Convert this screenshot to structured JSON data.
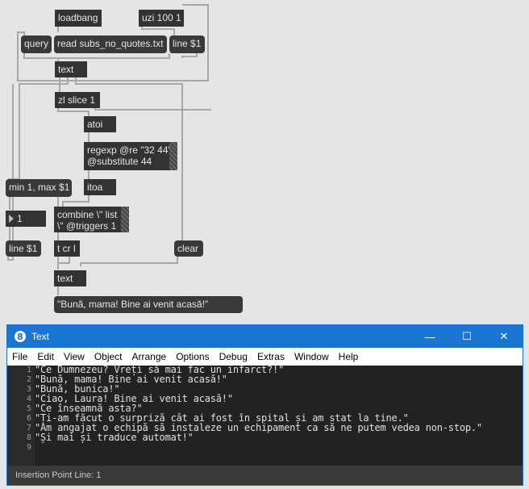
{
  "patch": {
    "objects": {
      "loadbang": "loadbang",
      "uzi": "uzi 100 1",
      "query": "query",
      "read": "read subs_no_quotes.txt",
      "line_msg_top": "line $1",
      "text_top": "text",
      "zl": "zl slice 1",
      "atoi": "atoi",
      "regexp_l1": "regexp @re \"32 44\"",
      "regexp_l2": "@substitute 44",
      "minmax": "min 1, max $1",
      "itoa": "itoa",
      "number_value": "1",
      "combine_l1": "combine \\\" list",
      "combine_l2": "\\\" @triggers 1",
      "line_msg_bottom": "line $1",
      "tcrl": "t cr l",
      "clear": "clear",
      "text_bottom": "text",
      "output_msg": "\"Bună, mama! Bine ai venit acasă!\""
    }
  },
  "window": {
    "title": "Text",
    "controls": {
      "minimize": "—",
      "maximize": "☐",
      "close": "✕"
    },
    "menu": [
      "File",
      "Edit",
      "View",
      "Object",
      "Arrange",
      "Options",
      "Debug",
      "Extras",
      "Window",
      "Help"
    ],
    "lines": [
      {
        "n": "1",
        "text": "\"Ce Dumnezeu? Vreți să mai fac un infarct?!\""
      },
      {
        "n": "2",
        "text": "\"Bună, mama! Bine ai venit acasă!\""
      },
      {
        "n": "3",
        "text": "\"Bună, bunica!\""
      },
      {
        "n": "4",
        "text": "\"Ciao, Laura! Bine ai venit acasă!\""
      },
      {
        "n": "5",
        "text": "\"Ce înseamnă asta?\""
      },
      {
        "n": "6",
        "text": "\"Ți-am făcut o surpriză cât ai fost în spital și am stat la tine.\""
      },
      {
        "n": "7",
        "text": "\"Am angajat o echipă să instaleze un echipament ca să ne putem vedea non-stop.\""
      },
      {
        "n": "8",
        "text": "\"Și mai și traduce automat!\""
      },
      {
        "n": "9",
        "text": ""
      }
    ],
    "status": "Insertion Point Line: 1"
  }
}
